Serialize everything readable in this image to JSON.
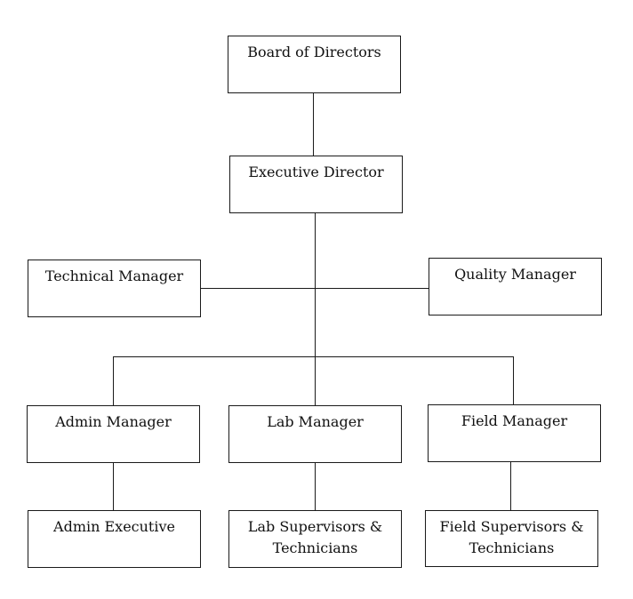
{
  "nodes": {
    "board": "Board of Directors",
    "executive": "Executive Director",
    "technical": "Technical Manager",
    "quality": "Quality Manager",
    "admin_manager": "Admin Manager",
    "lab_manager": "Lab Manager",
    "field_manager": "Field Manager",
    "admin_executive": "Admin Executive",
    "lab_staff": [
      "Lab Supervisors &",
      "Technicians"
    ],
    "field_staff": [
      "Field Supervisors &",
      "Technicians"
    ]
  }
}
